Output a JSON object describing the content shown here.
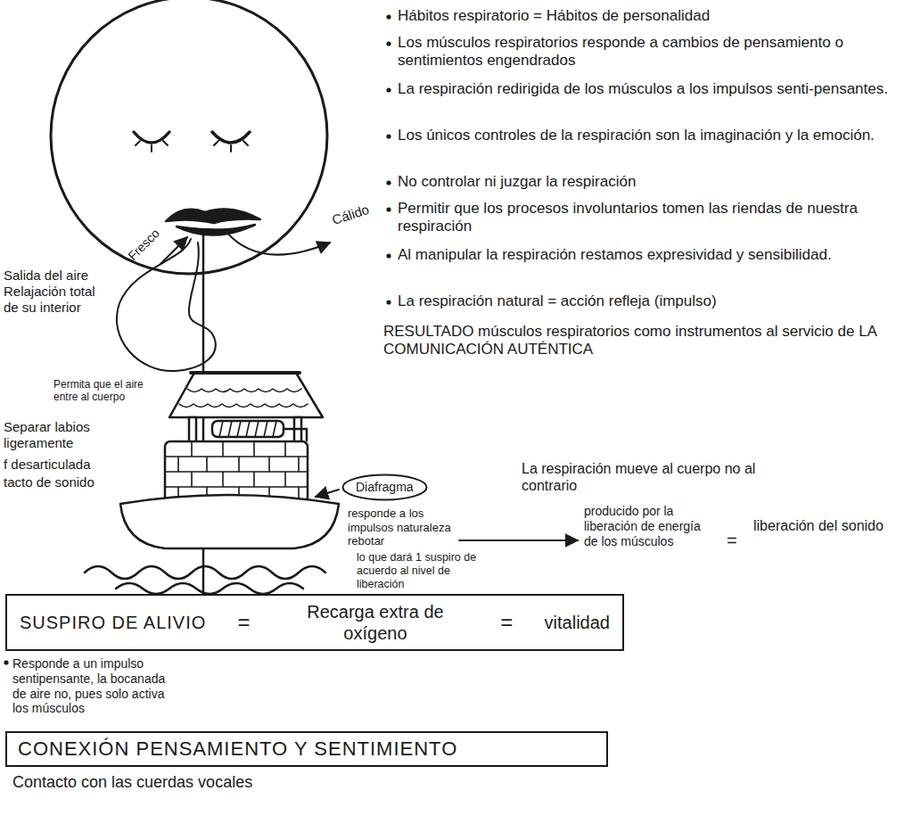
{
  "diagram": {
    "nodes": [
      {
        "text": [
          "Diafragma"
        ]
      },
      {
        "text": [
          "SUSPIRO DE ALIVIO",
          "=",
          "Recarga extra de oxígeno",
          "=",
          "vitalidad"
        ]
      },
      {
        "text": [
          "CONEXIÓN PENSAMIENTO Y SENTIMIENTO"
        ]
      }
    ],
    "labels": [
      "Hábitos respiratorio = Hábitos de personalidad",
      "Los músculos respiratorios responde a cambios de pensamiento o sentimientos engendrados",
      "La respiración redirigida de los músculos a los impulsos senti-pensantes.",
      "Los únicos controles de la respiración son la imaginación y la emoción.",
      "No controlar ni juzgar la respiración",
      "Permitir que los procesos involuntarios tomen las riendas de nuestra respiración",
      "Al manipular la respiración restamos expresividad y sensibilidad.",
      "La respiración natural = acción refleja (impulso)",
      "RESULTADO músculos respiratorios como instrumentos al servicio de LA COMUNICACIÓN AUTÉNTICA",
      "Fresco",
      "Cálido",
      "Salida del aire Relajación total de su interior",
      "Permita que el aire entre al cuerpo",
      "Separar labios ligeramente",
      "f desarticulada",
      "tacto de sonido",
      "La respiración mueve al cuerpo no al contrario",
      "responde a los impulsos naturaleza rebotar",
      "lo que dará 1 suspiro de acuerdo al nivel de liberación",
      "producido por la liberación de energía de los músculos",
      "=",
      "liberación del sonido",
      "Responde a un impulso sentipensante, la bocanada de aire no, pues solo activa los músculos",
      "Contacto con las cuerdas vocales"
    ]
  }
}
